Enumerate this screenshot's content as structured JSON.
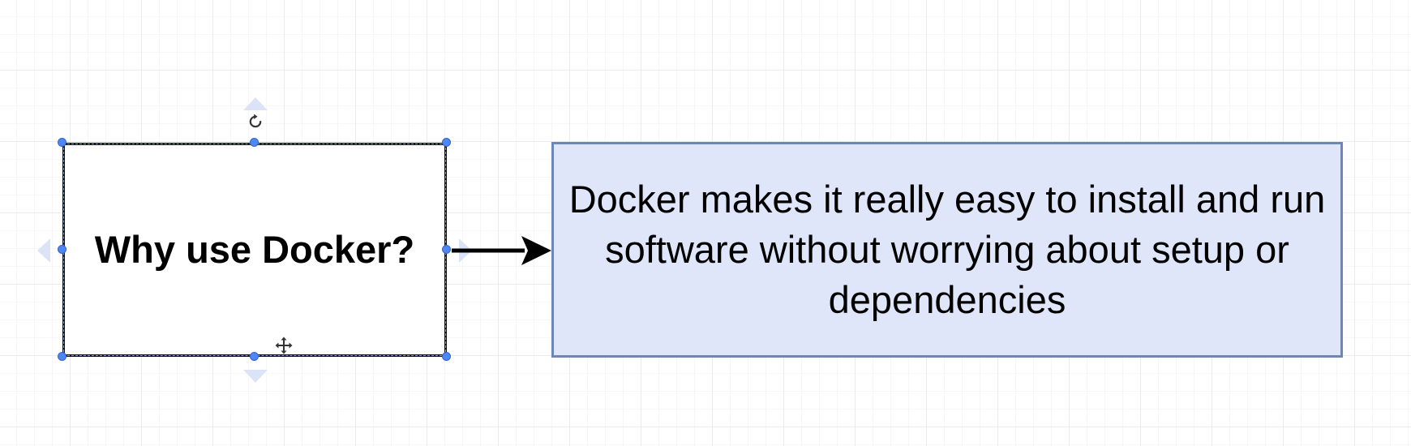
{
  "diagram": {
    "question_shape": {
      "label": "Why use Docker?",
      "selected": true
    },
    "answer_shape": {
      "label": "Docker makes it really easy to install and run software without worrying about setup or dependencies",
      "fill_color": "#dfe6fa",
      "stroke_color": "#6c86b6"
    },
    "connector": {
      "from": "question_shape",
      "to": "answer_shape"
    },
    "colors": {
      "selection_handle": "#4e86f2",
      "hover_arrow": "#dbe4f7",
      "grid": "#ececec"
    },
    "icons": {
      "rotate": "rotate-icon",
      "move": "move-icon"
    }
  }
}
